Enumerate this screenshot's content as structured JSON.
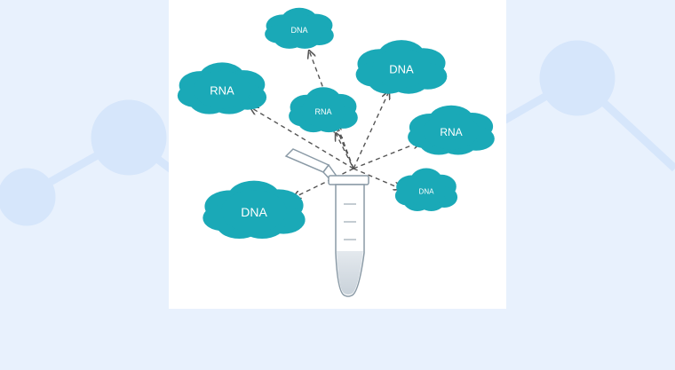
{
  "diagram": {
    "clouds": [
      {
        "label": "DNA"
      },
      {
        "label": "DNA"
      },
      {
        "label": "RNA"
      },
      {
        "label": "RNA"
      },
      {
        "label": "RNA"
      },
      {
        "label": "DNA"
      },
      {
        "label": "DNA"
      }
    ]
  },
  "colors": {
    "background": "#e8f1fd",
    "decor": "#d6e6fb",
    "cloud": "#1aa9b7",
    "arrow": "#555555",
    "tube_outline": "#8a9aa6"
  }
}
